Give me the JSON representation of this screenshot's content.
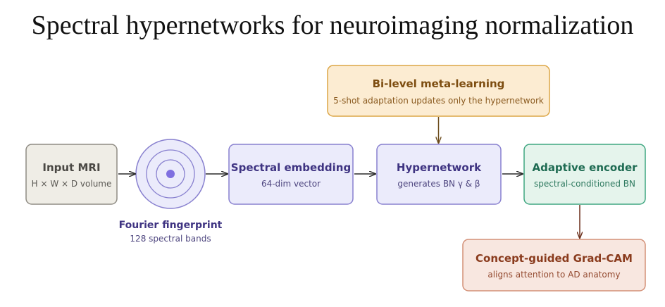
{
  "title": "Spectral hypernetworks for neuroimaging normalization",
  "colors": {
    "input": {
      "fill": "#efede6",
      "stroke": "#8f8c84",
      "title": "#4a4844",
      "sub": "#5b5954"
    },
    "purple": {
      "fill": "#ebebfb",
      "stroke": "#8880cf",
      "title": "#3f3482",
      "sub": "#4e467f"
    },
    "meta": {
      "fill": "#fcecd2",
      "stroke": "#dca646",
      "title": "#7d4d10",
      "sub": "#8a5a1f"
    },
    "encoder": {
      "fill": "#e5f4ec",
      "stroke": "#3ea680",
      "title": "#1e6b52",
      "sub": "#2f7a60"
    },
    "gradcam": {
      "fill": "#f8e7e0",
      "stroke": "#d39077",
      "title": "#8a3b1d",
      "sub": "#944b31"
    },
    "arrow": "#2a2a2a",
    "meta_arrow": "#6b4a1a",
    "cam_arrow": "#6b2e1a",
    "fingerprint_dot": "#7f6fe0"
  },
  "nodes": {
    "input_mri": {
      "title": "Input MRI",
      "sub": "H × W × D volume"
    },
    "fourier": {
      "title": "Fourier fingerprint",
      "sub": "128 spectral bands"
    },
    "spectral_embedding": {
      "title": "Spectral embedding",
      "sub": "64-dim vector"
    },
    "hypernetwork": {
      "title": "Hypernetwork",
      "sub": "generates BN γ & β"
    },
    "adaptive_encoder": {
      "title": "Adaptive encoder",
      "sub": "spectral-conditioned BN"
    },
    "meta_learning": {
      "title": "Bi-level meta-learning",
      "sub": "5-shot adaptation updates only the hypernetwork"
    },
    "grad_cam": {
      "title": "Concept-guided Grad-CAM",
      "sub": "aligns attention to AD anatomy"
    }
  }
}
